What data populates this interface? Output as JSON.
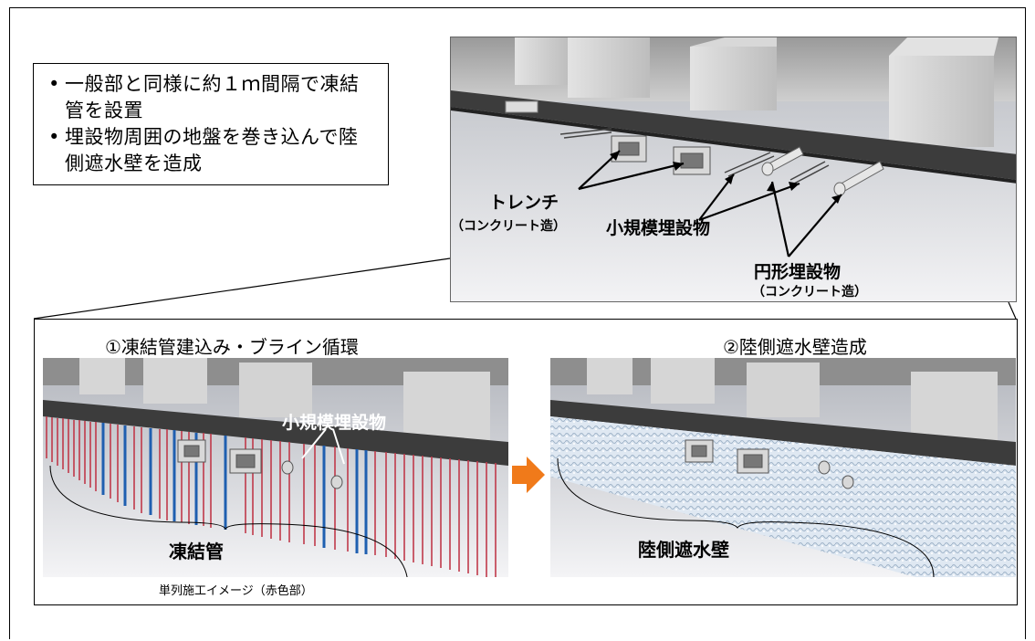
{
  "notes": [
    "一般部と同様に約１ｍ間隔で凍結管を設置",
    "埋設物周囲の地盤を巻き込んで陸側遮水壁を造成"
  ],
  "main_labels": {
    "trench": "トレンチ",
    "trench_sub": "（コンクリート造）",
    "small_buried": "小規模埋設物",
    "round_buried": "円形埋設物",
    "round_sub": "（コンクリート造）"
  },
  "step1": {
    "title": "①凍結管建込み・ブライン循環",
    "small_buried": "小規模埋設物",
    "freeze_pipe": "凍結管"
  },
  "step2": {
    "title": "②陸側遮水壁造成",
    "wall": "陸側遮水壁"
  },
  "caption": "単列施工イメージ（赤色部）",
  "colors": {
    "freeze_pipe_red": "#c0394a",
    "freeze_pipe_blue": "#1f5fb0",
    "arrow_orange": "#f07a1a",
    "road_dark": "#3c3c3c"
  }
}
